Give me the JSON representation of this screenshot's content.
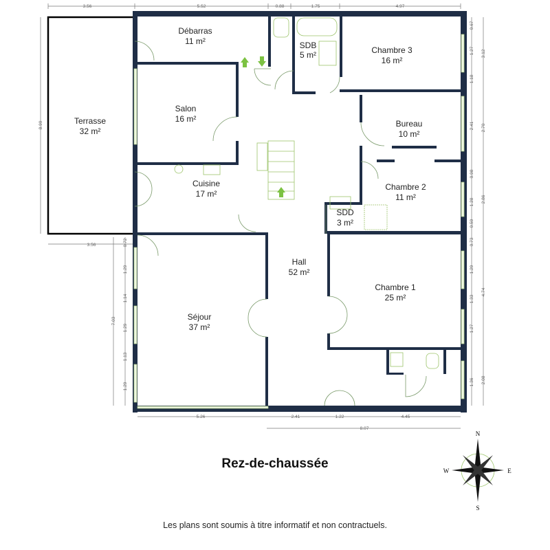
{
  "title": "Rez-de-chaussée",
  "disclaimer": "Les plans sont soumis à titre informatif et non contractuels.",
  "rooms": [
    {
      "name": "Débarras",
      "area": "11 m²"
    },
    {
      "name": "SDB",
      "area": "5 m²"
    },
    {
      "name": "Chambre 3",
      "area": "16 m²"
    },
    {
      "name": "Terrasse",
      "area": "32 m²"
    },
    {
      "name": "Salon",
      "area": "16 m²"
    },
    {
      "name": "Bureau",
      "area": "10 m²"
    },
    {
      "name": "Cuisine",
      "area": "17 m²"
    },
    {
      "name": "Chambre 2",
      "area": "11 m²"
    },
    {
      "name": "SDD",
      "area": "3 m²"
    },
    {
      "name": "Hall",
      "area": "52 m²"
    },
    {
      "name": "Chambre 1",
      "area": "25 m²"
    },
    {
      "name": "Séjour",
      "area": "37 m²"
    }
  ],
  "dims": {
    "top": [
      "3.56",
      "5.52",
      "0.88",
      "1.75",
      "4.97"
    ],
    "terrasse_height": "8.99",
    "terrasse_bottom": "3.56",
    "right": [
      "0.67",
      "1.27",
      "1.18",
      "3.12",
      "2.41",
      "2.70",
      "0.98",
      "1.28",
      "0.59",
      "2.86",
      "0.73",
      "1.29",
      "1.33",
      "1.27",
      "4.74",
      "1.36",
      "2.08"
    ],
    "left": [
      "0.72",
      "1.29",
      "1.14",
      "1.29",
      "1.13",
      "1.29",
      "7.03"
    ],
    "bottom": [
      "5.26",
      "2.41",
      "1.22",
      "4.45",
      "8.07"
    ]
  },
  "compass": {
    "n": "N",
    "s": "S",
    "e": "E",
    "w": "W"
  },
  "colors": {
    "wall": "#1f2e46",
    "window": "#b5d48c",
    "arrow": "#7cc242"
  }
}
